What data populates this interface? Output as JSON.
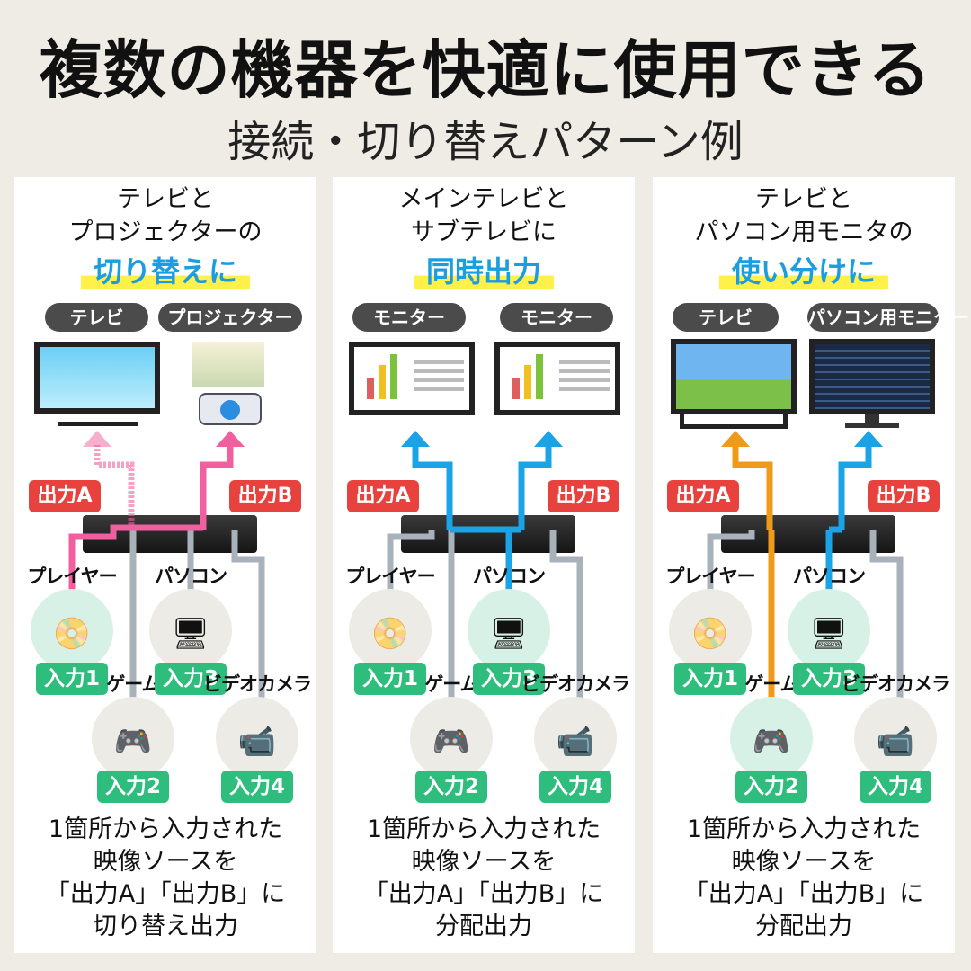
{
  "title": "複数の機器を快適に使用できる",
  "subtitle": "接続・切り替えパターン例",
  "colors": {
    "highlight": "#1a9ee0",
    "output_badge": "#e8423f",
    "input_badge": "#2fbd7e",
    "pink": "#f0609e",
    "blue": "#1aa3e6",
    "orange": "#f09a1a",
    "gray": "#a9b2bb"
  },
  "panels": [
    {
      "head": [
        "テレビと",
        "プロジェクターの"
      ],
      "highlight": "切り替えに",
      "tags": [
        "テレビ",
        "プロジェクター"
      ],
      "outputs": [
        "出力A",
        "出力B"
      ],
      "inputs": [
        {
          "name": "プレイヤー",
          "badge": "入力1"
        },
        {
          "name": "ゲーム",
          "badge": "入力2"
        },
        {
          "name": "パソコン",
          "badge": "入力3"
        },
        {
          "name": "ビデオカメラ",
          "badge": "入力4"
        }
      ],
      "foot": [
        "1箇所から入力された",
        "映像ソースを",
        "「出力A」「出力B」に",
        "切り替え出力"
      ]
    },
    {
      "head": [
        "メインテレビと",
        "サブテレビに"
      ],
      "highlight": "同時出力",
      "tags": [
        "モニター",
        "モニター"
      ],
      "outputs": [
        "出力A",
        "出力B"
      ],
      "inputs": [
        {
          "name": "プレイヤー",
          "badge": "入力1"
        },
        {
          "name": "ゲーム",
          "badge": "入力2"
        },
        {
          "name": "パソコン",
          "badge": "入力3"
        },
        {
          "name": "ビデオカメラ",
          "badge": "入力4"
        }
      ],
      "foot": [
        "1箇所から入力された",
        "映像ソースを",
        "「出力A」「出力B」に",
        "分配出力"
      ]
    },
    {
      "head": [
        "テレビと",
        "パソコン用モニタの"
      ],
      "highlight": "使い分けに",
      "tags": [
        "テレビ",
        "パソコン用モニター"
      ],
      "outputs": [
        "出力A",
        "出力B"
      ],
      "inputs": [
        {
          "name": "プレイヤー",
          "badge": "入力1"
        },
        {
          "name": "ゲーム",
          "badge": "入力2"
        },
        {
          "name": "パソコン",
          "badge": "入力3"
        },
        {
          "name": "ビデオカメラ",
          "badge": "入力4"
        }
      ],
      "foot": [
        "1箇所から入力された",
        "映像ソースを",
        "「出力A」「出力B」に",
        "分配出力"
      ]
    }
  ]
}
